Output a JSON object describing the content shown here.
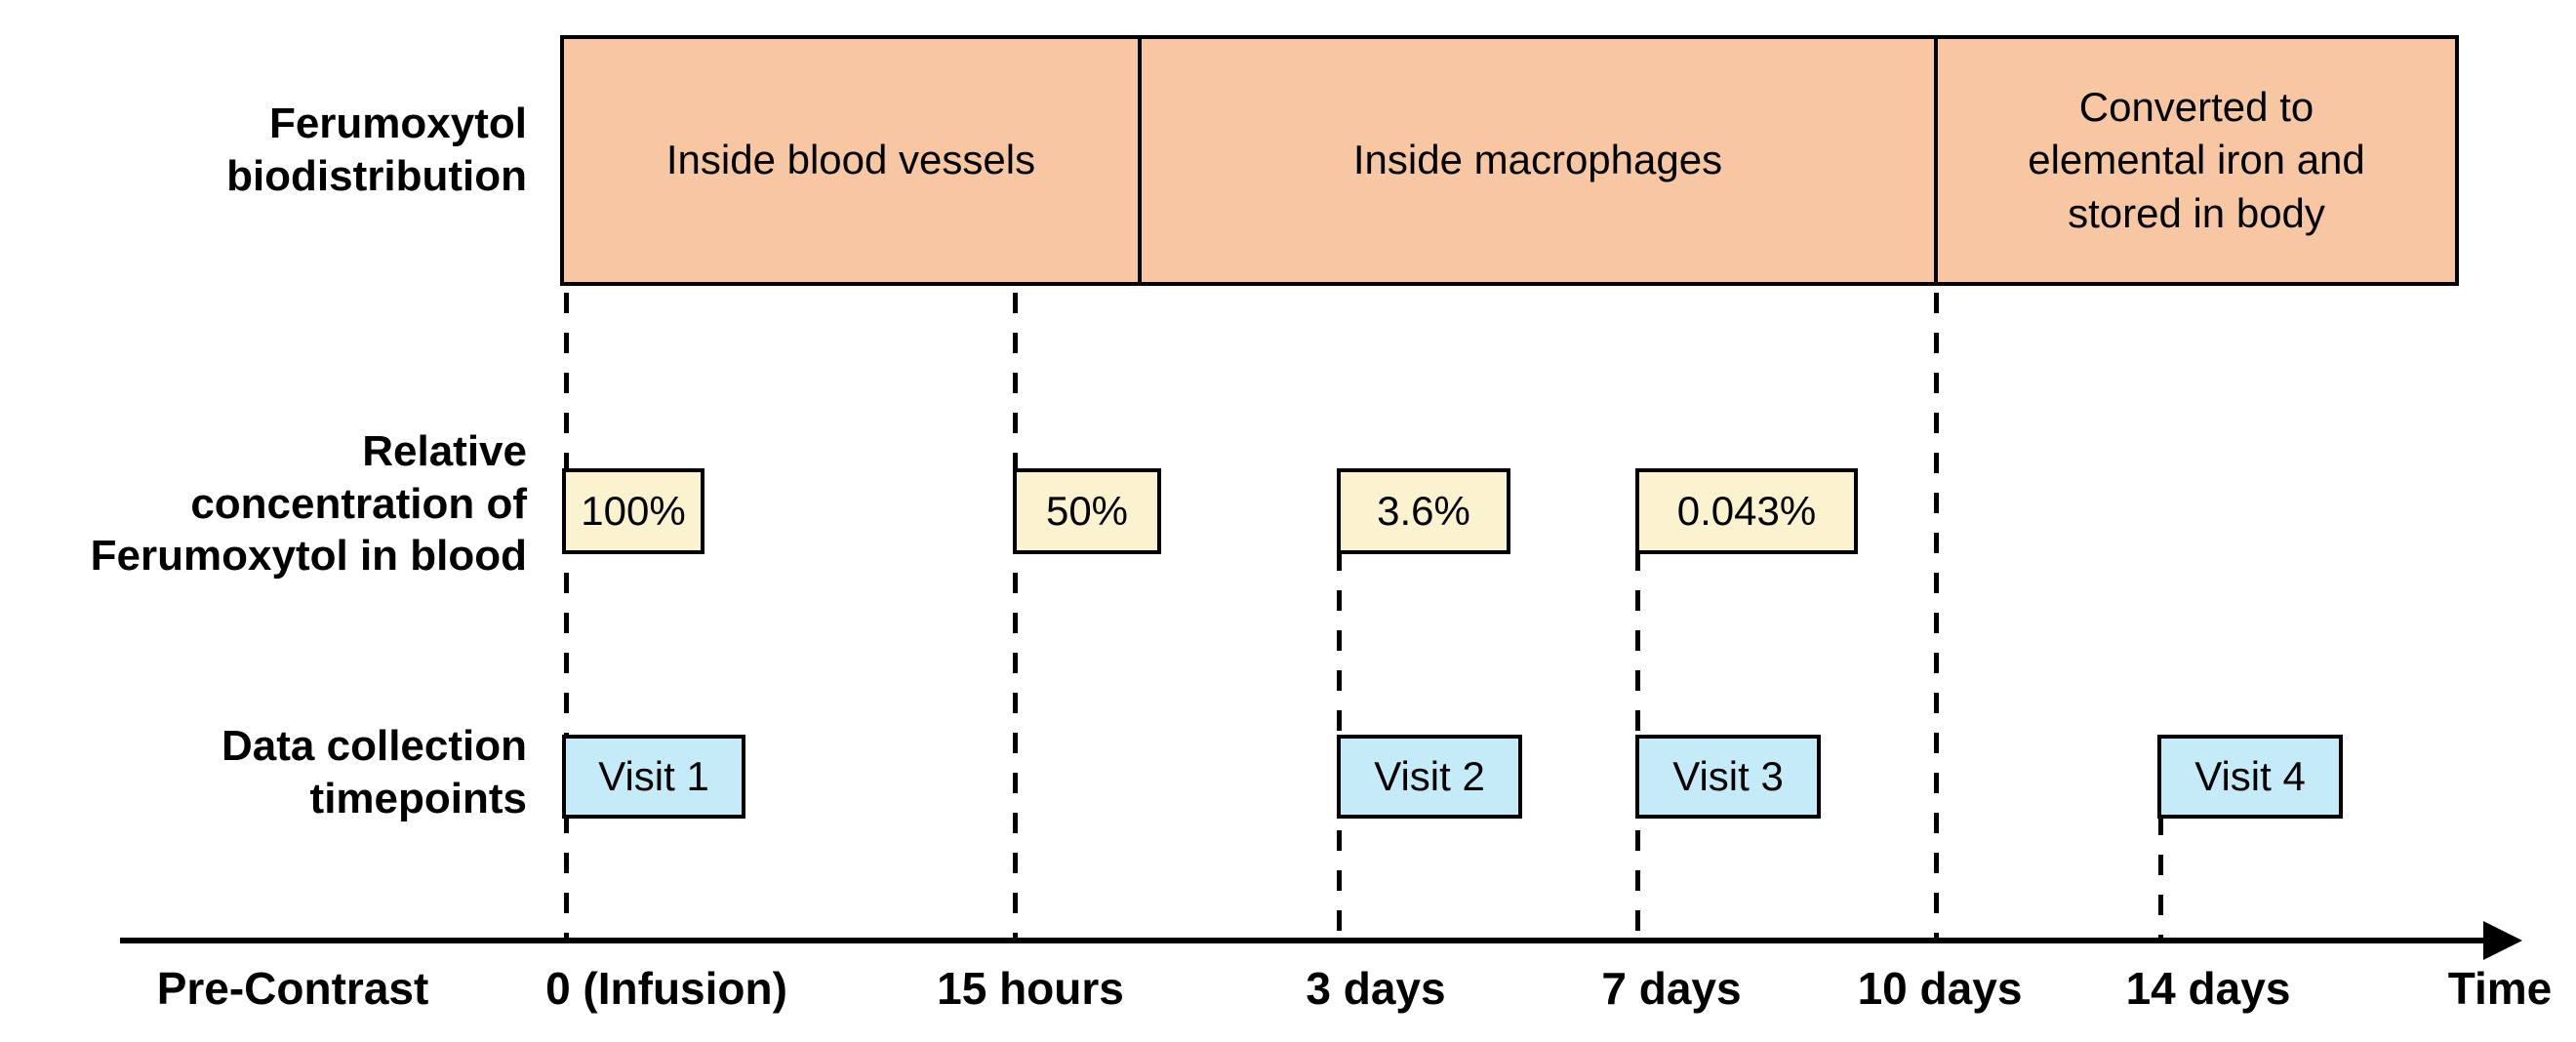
{
  "figure_type": "timeline-diagram",
  "colors": {
    "biodistribution_fill": "#F6C7A2",
    "concentration_fill": "#FBF3CF",
    "visit_fill": "#C6EBF8",
    "line": "#000000",
    "background": "#FFFFFF"
  },
  "biodistribution_row": {
    "label": "Ferumoxytol\nbiodistribution",
    "segments": [
      {
        "label": "Inside blood vessels"
      },
      {
        "label": "Inside macrophages"
      },
      {
        "label": "Converted to\nelemental iron and\nstored in body"
      }
    ]
  },
  "concentration_row": {
    "label": "Relative\nconcentration of\nFerumoxytol in blood",
    "values": [
      {
        "value": "100%",
        "at": "0 (Infusion)"
      },
      {
        "value": "50%",
        "at": "15 hours"
      },
      {
        "value": "3.6%",
        "at": "3 days"
      },
      {
        "value": "0.043%",
        "at": "7 days"
      }
    ]
  },
  "visits_row": {
    "label": "Data collection\ntimepoints",
    "visits": [
      {
        "label": "Visit 1",
        "at": "0 (Infusion)"
      },
      {
        "label": "Visit 2",
        "at": "3 days"
      },
      {
        "label": "Visit 3",
        "at": "7 days"
      },
      {
        "label": "Visit 4",
        "at": "14 days"
      }
    ]
  },
  "timeline": {
    "ticks": [
      "Pre-Contrast",
      "0 (Infusion)",
      "15 hours",
      "3 days",
      "7 days",
      "10 days",
      "14 days"
    ],
    "axis_label": "Time"
  }
}
